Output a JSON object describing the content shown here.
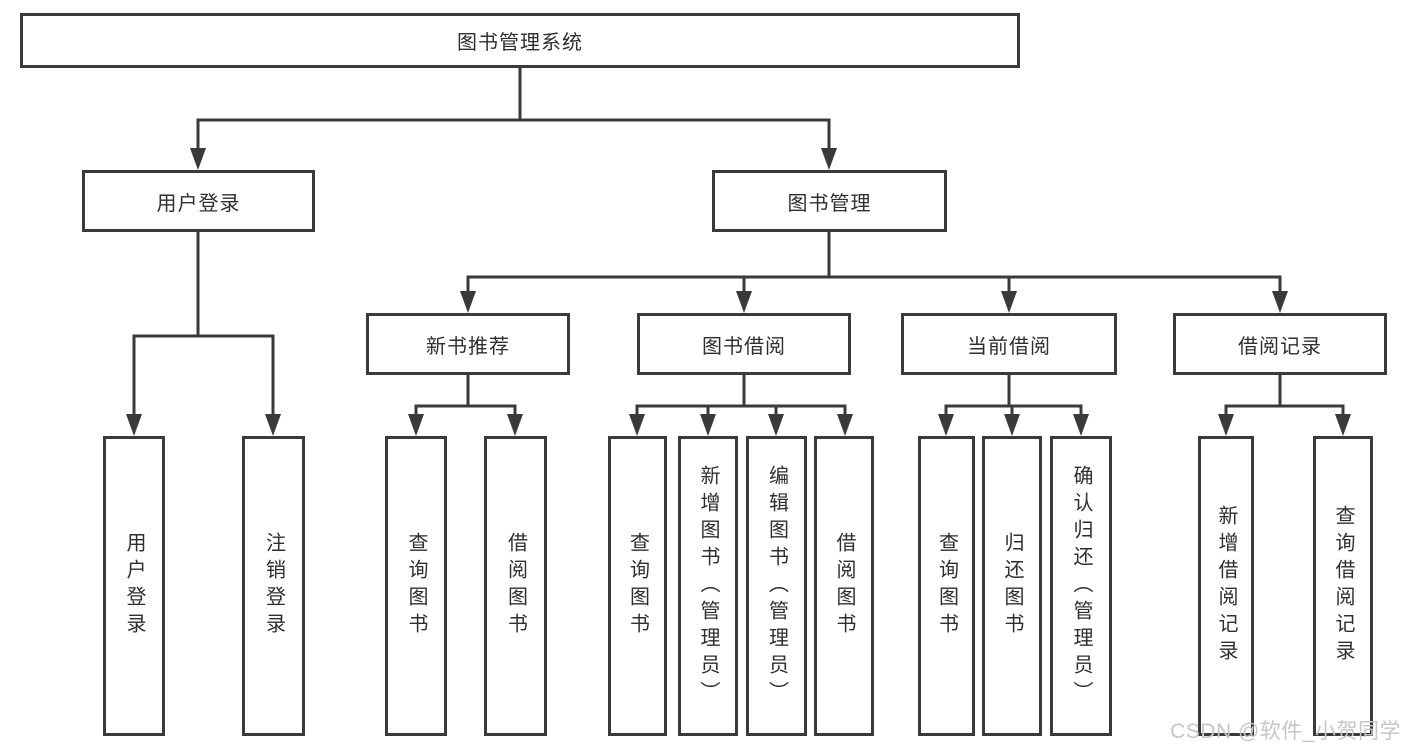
{
  "title": "图书管理系统",
  "nodes": {
    "root": "图书管理系统",
    "user_login": "用户登录",
    "book_mgmt": "图书管理",
    "new_book_rec": "新书推荐",
    "book_borrow": "图书借阅",
    "current_borrow": "当前借阅",
    "borrow_records": "借阅记录",
    "leaf_user_login": "用户登录",
    "leaf_logout": "注销登录",
    "leaf_query_books_1": "查询图书",
    "leaf_borrow_books_1": "借阅图书",
    "leaf_query_books_2": "查询图书",
    "leaf_add_books_admin": "新增图书（管理员）",
    "leaf_edit_books_admin": "编辑图书（管理员）",
    "leaf_borrow_books_2": "借阅图书",
    "leaf_query_books_3": "查询图书",
    "leaf_return_books": "归还图书",
    "leaf_confirm_return_admin": "确认归还（管理员）",
    "leaf_add_borrow_record": "新增借阅记录",
    "leaf_query_borrow_record": "查询借阅记录"
  },
  "hierarchy": {
    "图书管理系统": [
      "用户登录",
      "图书管理"
    ],
    "用户登录": [
      "用户登录",
      "注销登录"
    ],
    "图书管理": [
      "新书推荐",
      "图书借阅",
      "当前借阅",
      "借阅记录"
    ],
    "新书推荐": [
      "查询图书",
      "借阅图书"
    ],
    "图书借阅": [
      "查询图书",
      "新增图书（管理员）",
      "编辑图书（管理员）",
      "借阅图书"
    ],
    "当前借阅": [
      "查询图书",
      "归还图书",
      "确认归还（管理员）"
    ],
    "借阅记录": [
      "新增借阅记录",
      "查询借阅记录"
    ]
  },
  "watermark": "CSDN @软件_小贺同学",
  "colors": {
    "line": "#3a3a3a",
    "text": "#2f2f2f",
    "watermark": "#c6c6c6",
    "node_bg": "#ffffff"
  }
}
